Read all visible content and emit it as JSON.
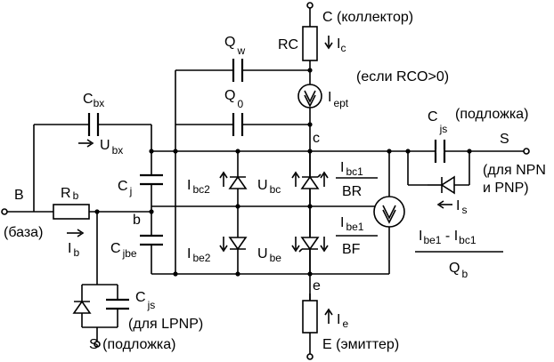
{
  "nodes": {
    "collector": "C (коллектор)",
    "base": "B",
    "base_note": "(база)",
    "emitter": "E (эмиттер)",
    "substrate_right": "S",
    "substrate_right_type": "(для NPN",
    "substrate_right_type2": "и PNP)",
    "substrate_top_note": "(подложка)",
    "substrate_bottom": "S (подложка)",
    "lpnp_note": "(для LPNP)",
    "internal_c": "c",
    "internal_b": "b",
    "internal_e": "e"
  },
  "components": {
    "RC": "RC",
    "Rb": {
      "main": "R",
      "sub": "b"
    },
    "Qw": {
      "main": "Q",
      "sub": "w"
    },
    "Q0": {
      "main": "Q",
      "sub": "0"
    },
    "Iept": {
      "main": "I",
      "sub": "ept"
    },
    "iept_condition": "(если RCO>0)",
    "Cbx": {
      "main": "C",
      "sub": "bx"
    },
    "Ubx": {
      "main": "U",
      "sub": "bx"
    },
    "Cj": {
      "main": "C",
      "sub": "j"
    },
    "Cjbe": {
      "main": "C",
      "sub": "jbe"
    },
    "Cjs_right": {
      "main": "C",
      "sub": "js"
    },
    "Cjs_bottom": {
      "main": "C",
      "sub": "js"
    },
    "Ibc2": {
      "main": "I",
      "sub": "bc2"
    },
    "Ibe2": {
      "main": "I",
      "sub": "be2"
    },
    "Ubc": {
      "main": "U",
      "sub": "bc"
    },
    "Ube": {
      "main": "U",
      "sub": "be"
    },
    "Ibc1_BR": {
      "num_main": "I",
      "num_sub": "bc1",
      "den": "BR"
    },
    "Ibe1_BF": {
      "num_main": "I",
      "num_sub": "be1",
      "den": "BF"
    },
    "transfer": {
      "a_main": "I",
      "a_sub": "be1",
      "minus": " - ",
      "b_main": "I",
      "b_sub": "bc1",
      "den_main": "Q",
      "den_sub": "b"
    },
    "Ic": {
      "main": "I",
      "sub": "c"
    },
    "Ib": {
      "main": "I",
      "sub": "b"
    },
    "Ie": {
      "main": "I",
      "sub": "e"
    },
    "Is": {
      "main": "I",
      "sub": "s"
    }
  }
}
